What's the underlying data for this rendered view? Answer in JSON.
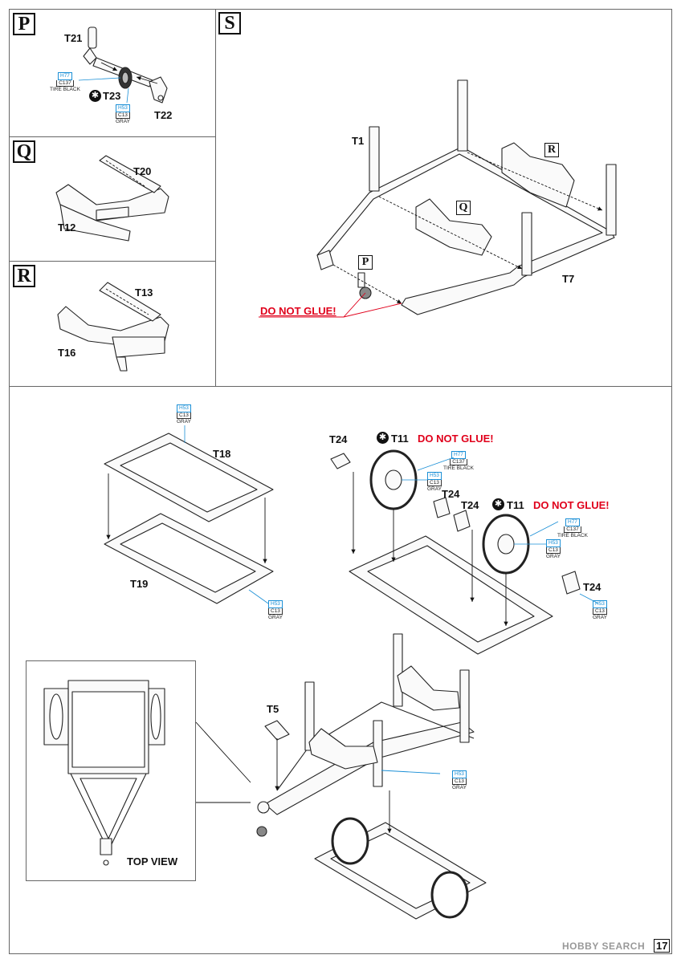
{
  "steps": {
    "p": {
      "letter": "P",
      "parts": {
        "t21": "T21",
        "t23": "T23",
        "t22": "T22"
      },
      "paint_wheel": {
        "h": "H77",
        "c": "C137",
        "name": "TIRE BLACK"
      },
      "paint_hub": {
        "h": "H53",
        "c": "C13",
        "name": "GRAY"
      }
    },
    "q": {
      "letter": "Q",
      "parts": {
        "t20": "T20",
        "t12": "T12"
      }
    },
    "r": {
      "letter": "R",
      "parts": {
        "t13": "T13",
        "t16": "T16"
      }
    },
    "s": {
      "letter": "S",
      "parts": {
        "t1": "T1",
        "t7": "T7"
      },
      "ref_r": "R",
      "ref_q": "Q",
      "ref_p": "P",
      "warning": "DO NOT GLUE!"
    }
  },
  "bed": {
    "parts": {
      "t18": "T18",
      "t19": "T19"
    },
    "paint_top": {
      "h": "H53",
      "c": "C13",
      "name": "GRAY"
    },
    "paint_bottom": {
      "h": "H53",
      "c": "C13",
      "name": "GRAY"
    }
  },
  "axle": {
    "parts": {
      "t24a": "T24",
      "t11a": "T11",
      "t24b": "T24",
      "t24c": "T24",
      "t11b": "T11",
      "t24d": "T24"
    },
    "warning_a": "DO NOT GLUE!",
    "warning_b": "DO NOT GLUE!",
    "paint_tire_a": {
      "h": "H77",
      "c": "C137",
      "name": "TIRE BLACK"
    },
    "paint_hub_a": {
      "h": "H53",
      "c": "C13",
      "name": "GRAY"
    },
    "paint_tire_b": {
      "h": "H77",
      "c": "C137",
      "name": "TIRE BLACK"
    },
    "paint_hub_b": {
      "h": "H53",
      "c": "C13",
      "name": "GRAY"
    },
    "paint_bracket": {
      "h": "H53",
      "c": "C13",
      "name": "GRAY"
    }
  },
  "final": {
    "parts": {
      "t5": "T5"
    },
    "top_view": "TOP VIEW",
    "paint_frame": {
      "h": "H53",
      "c": "C13",
      "name": "GRAY"
    }
  },
  "footer": {
    "watermark": "HOBBY SEARCH",
    "page": "17"
  }
}
